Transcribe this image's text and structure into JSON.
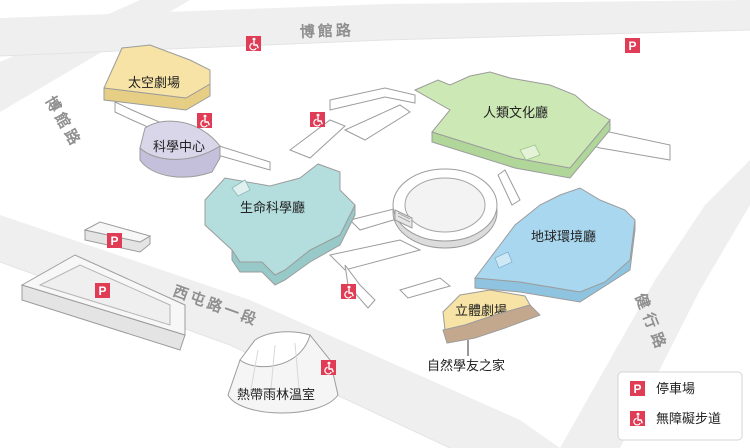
{
  "roads": {
    "bo_guan": "博館路",
    "bo_guan_west": "博館路",
    "xitun": "西屯路一段",
    "jian_xing": "健行路"
  },
  "buildings": {
    "space_theater": "太空劇場",
    "science_center": "科學中心",
    "life_science": "生命科學廳",
    "human_culture": "人類文化廳",
    "earth_env": "地球環境廳",
    "imax_theater": "立體劇場",
    "friends_home": "自然學友之家",
    "rainforest": "熱帶雨林溫室"
  },
  "legend": {
    "parking_label": "停車場",
    "accessible_label": "無障礙步道",
    "parking_symbol": "P"
  },
  "colors": {
    "yellow": "#f6e3a5",
    "purple": "#d9d6ea",
    "teal": "#b4dedd",
    "green": "#cce8b5",
    "blue": "#a9d7ef",
    "brown": "#c4a88e",
    "marker_red": "#e03c55"
  },
  "icons": {
    "parking": "parking-icon",
    "accessible": "wheelchair-icon"
  }
}
